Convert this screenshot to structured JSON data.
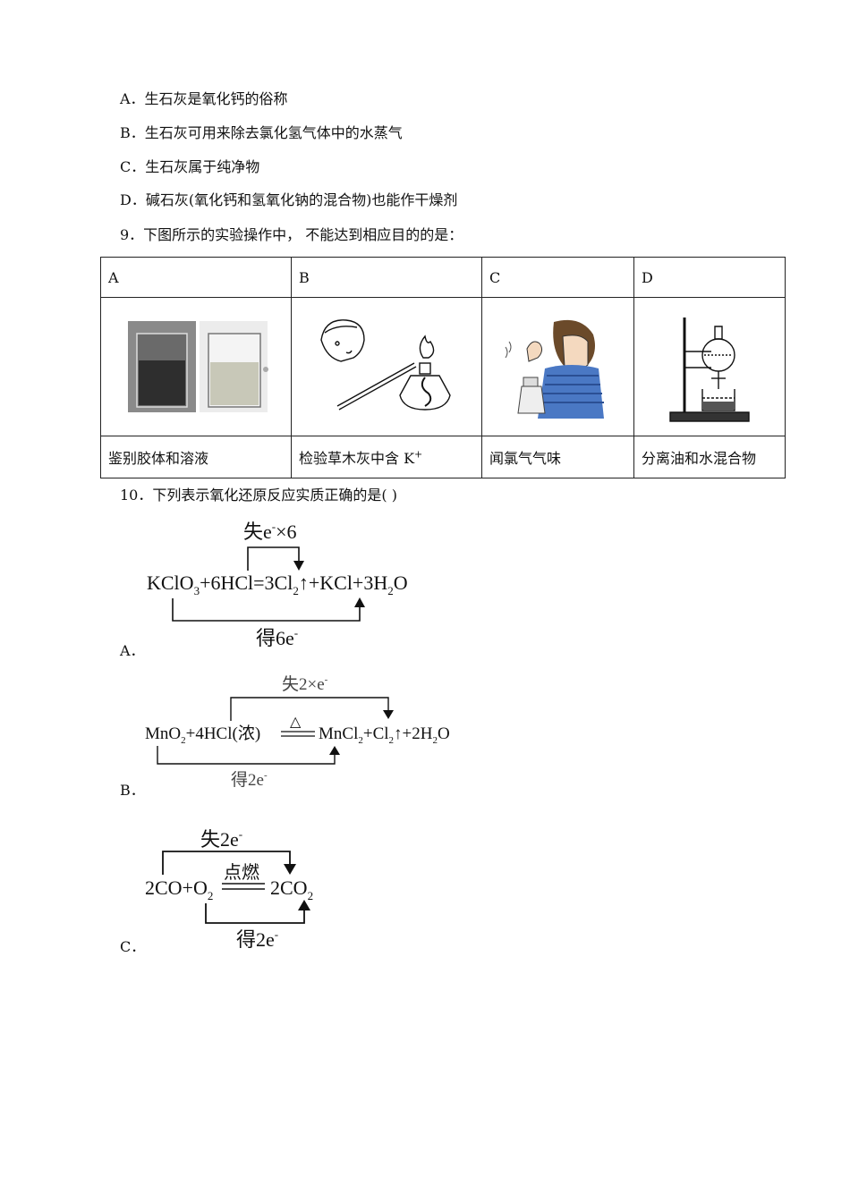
{
  "q8_options": [
    "A．生石灰是氧化钙的俗称",
    "B．生石灰可用来除去氯化氢气体中的水蒸气",
    "C．生石灰属于纯净物",
    "D．碱石灰(氧化钙和氢氧化钠的混合物)也能作干燥剂"
  ],
  "q9": {
    "stem": "9．下图所示的实验操作中， 不能达到相应目的的是：",
    "headers": [
      "A",
      "B",
      "C",
      "D"
    ],
    "captions": [
      "鉴别胶体和溶液",
      "检验草木灰中含 K",
      "闻氯气气味",
      "分离油和水混合物"
    ],
    "k_sup": "+"
  },
  "q10": {
    "stem": "10．下列表示氧化还原反应实质正确的是(    )",
    "options": [
      {
        "letter": "A．",
        "top_label": "失e",
        "top_sup": "-",
        "top_tail": "×6",
        "equation_parts": [
          "KClO",
          "3",
          "+6HCl=3Cl",
          "2",
          "↑+KCl+3H",
          "2",
          "O"
        ],
        "bottom_label": "得6e",
        "bottom_sup": "-"
      },
      {
        "letter": "B．",
        "top_label": "失2×e",
        "top_sup": "-",
        "equation_left": [
          "MnO",
          "2",
          "+4HCl(浓)"
        ],
        "condition": "△",
        "equation_right": [
          "MnCl",
          "2",
          "+Cl",
          "2",
          "↑+2H",
          "2",
          "O"
        ],
        "bottom_label": "得2e",
        "bottom_sup": "-"
      },
      {
        "letter": "C．",
        "top_label": "失2e",
        "top_sup": "-",
        "equation_left": [
          "2CO+O",
          "2"
        ],
        "condition": "点燃",
        "equation_right": [
          "2CO",
          "2"
        ],
        "bottom_label": "得2e",
        "bottom_sup": "-"
      }
    ]
  }
}
